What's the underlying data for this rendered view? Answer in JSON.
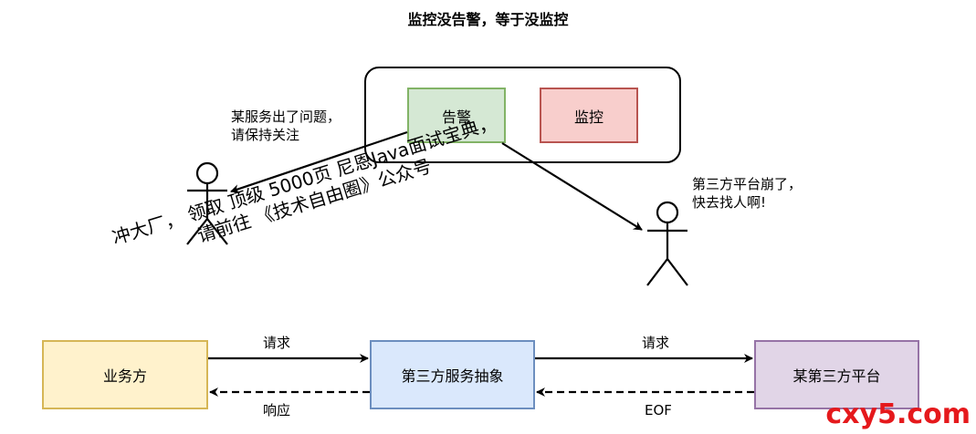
{
  "title": "监控没告警，等于没监控",
  "boxes": {
    "alert": "告警",
    "monitor": "监控",
    "biz": "业务方",
    "third": "第三方服务抽象",
    "platform": "某第三方平台"
  },
  "speech": {
    "left_line1": "某服务出了问题，",
    "left_line2": "请保持关注",
    "right_line1": "第三方平台崩了，",
    "right_line2": "快去找人啊!"
  },
  "edges": {
    "request1": "请求",
    "response1": "响应",
    "request2": "请求",
    "response2": "EOF"
  },
  "watermark": {
    "line1": "冲大厂， 领取 顶级  5000页 尼恩Java面试宝典，",
    "line2": "请前往 《技术自由圈》公众号"
  },
  "brand": "cxy5.com",
  "colors": {
    "alert_fill": "#d5e8d4",
    "alert_stroke": "#82b366",
    "monitor_fill": "#f8cecc",
    "monitor_stroke": "#b85450",
    "biz_fill": "#fff2cc",
    "biz_stroke": "#d6b656",
    "third_fill": "#dae8fc",
    "third_stroke": "#6c8ebf",
    "platform_fill": "#e1d5e7",
    "platform_stroke": "#9673a6",
    "brand": "#e5191c"
  }
}
